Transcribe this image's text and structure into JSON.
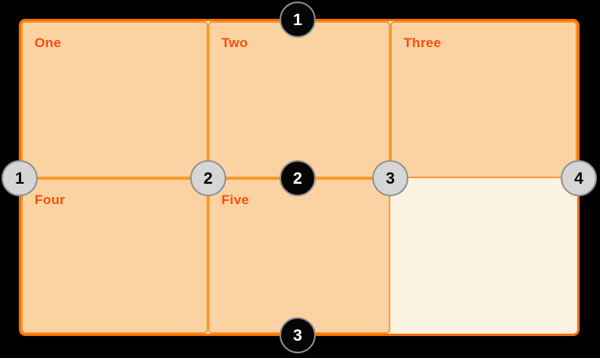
{
  "diagram": {
    "title": "css-grid-lines-diagram",
    "items": [
      {
        "label": "One"
      },
      {
        "label": "Two"
      },
      {
        "label": "Three"
      },
      {
        "label": "Four"
      },
      {
        "label": "Five"
      }
    ],
    "column_line_numbers": [
      "1",
      "2",
      "3",
      "4"
    ],
    "row_line_numbers": [
      "1",
      "2",
      "3"
    ]
  },
  "colors": {
    "bg": "#000000",
    "containerBorder": "#F3700A",
    "containerBg": "#FCF2E2",
    "cellFill": "#FBD3A2",
    "cellBorder": "#F79C2D",
    "labelColor": "#FB4D0D",
    "grayFill": "#D6D6D6",
    "grayBorder": "#929292",
    "grayText": "#000000",
    "blackFill": "#060606",
    "blackBorder": "#8F8F8F",
    "blackText": "#FFFFFF"
  }
}
